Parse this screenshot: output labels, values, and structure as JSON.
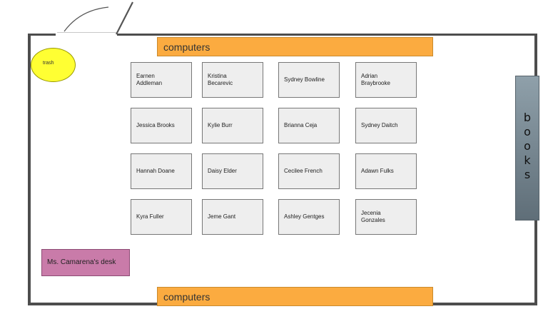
{
  "room": {
    "computers_top": "computers",
    "computers_bottom": "computers",
    "trash": "trash",
    "books_letters": [
      "b",
      "o",
      "o",
      "k",
      "s"
    ],
    "desk": "Ms. Camarena's desk"
  },
  "students": [
    [
      "Earnen\nAddleman",
      "Kristina\nBecarevic",
      "Sydney Bowline",
      "Adrian\nBraybrooke"
    ],
    [
      "Jessica Brooks",
      "Kylie Burr",
      "Brianna Ceja",
      "Sydney Daitch"
    ],
    [
      "Hannah Doane",
      "Daisy Elder",
      "Cecilee French",
      "Adawn Fulks"
    ],
    [
      "Kyra Fuller",
      "Jeme Gant",
      "Ashley Gentges",
      "Jecenia\nGonzales"
    ]
  ]
}
